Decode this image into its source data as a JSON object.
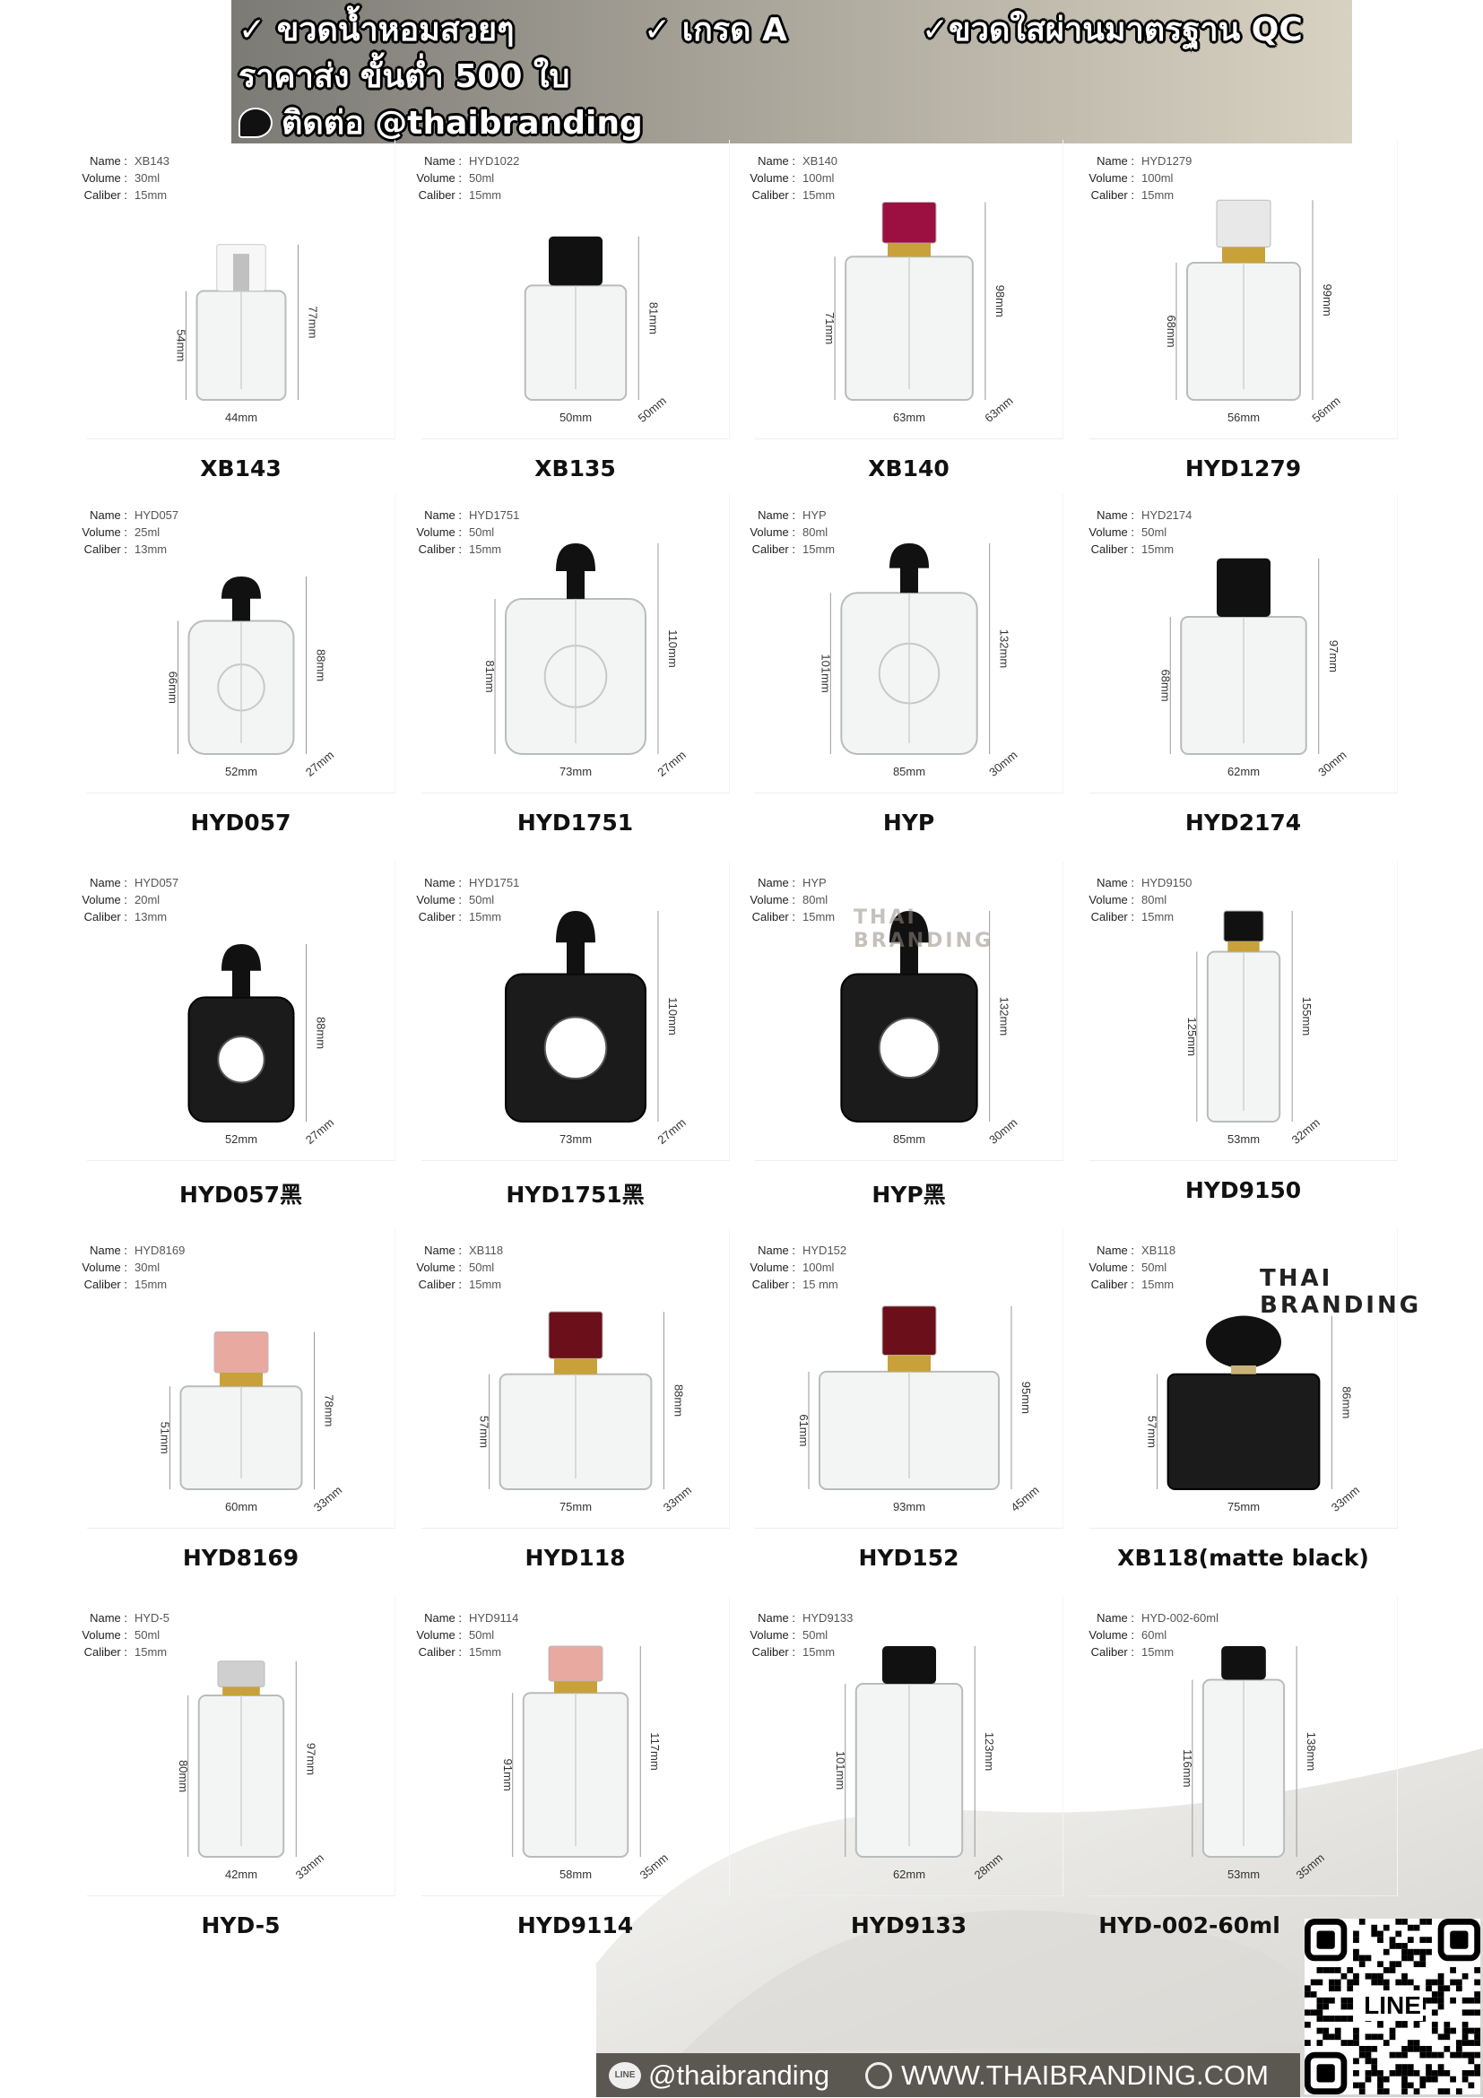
{
  "header": {
    "line1_a": "✓  ขวดน้ำหอมสวยๆ",
    "line1_b": "✓ เกรด A",
    "line1_c": "✓ขวดใสผ่านมาตรฐาน QC",
    "line2": "ราคาส่ง ขั้นต่ำ 500 ใบ",
    "line3": "ติดต่อ  @thaibranding",
    "line3_icon": "speech-bubble-icon"
  },
  "field_labels": {
    "name": "Name :",
    "volume": "Volume :",
    "caliber": "Caliber :"
  },
  "products": [
    {
      "label": "XB143",
      "name": "XB143",
      "volume": "30ml",
      "caliber": "15mm",
      "h1": "54mm",
      "h2": "77mm",
      "w": "44mm",
      "d": "",
      "glass": "clear",
      "cap": "sprayer",
      "capColor": "#c0c0c0"
    },
    {
      "label": "XB135",
      "name": "HYD1022",
      "volume": "50ml",
      "caliber": "15mm",
      "h1": "",
      "h2": "81mm",
      "w": "50mm",
      "d": "50mm",
      "glass": "clear",
      "cap": "block",
      "capColor": "#111111"
    },
    {
      "label": "XB140",
      "name": "XB140",
      "volume": "100ml",
      "caliber": "15mm",
      "h1": "71mm",
      "h2": "98mm",
      "w": "63mm",
      "d": "63mm",
      "glass": "clear",
      "cap": "collar",
      "capColor": "#9b1040"
    },
    {
      "label": "HYD1279",
      "name": "HYD1279",
      "volume": "100ml",
      "caliber": "15mm",
      "h1": "68mm",
      "h2": "99mm",
      "w": "56mm",
      "d": "56mm",
      "glass": "clear",
      "cap": "collar",
      "capColor": "#e8e8e8"
    },
    {
      "label": "HYD057",
      "name": "HYD057",
      "volume": "25ml",
      "caliber": "13mm",
      "h1": "66mm",
      "h2": "88mm",
      "w": "52mm",
      "d": "27mm",
      "glass": "clear",
      "cap": "mushroom",
      "capColor": "#111111"
    },
    {
      "label": "HYD1751",
      "name": "HYD1751",
      "volume": "50ml",
      "caliber": "15mm",
      "h1": "81mm",
      "h2": "110mm",
      "w": "73mm",
      "d": "27mm",
      "glass": "clear",
      "cap": "mushroom",
      "capColor": "#111111"
    },
    {
      "label": "HYP",
      "name": "HYP",
      "volume": "80ml",
      "caliber": "15mm",
      "h1": "101mm",
      "h2": "132mm",
      "w": "85mm",
      "d": "30mm",
      "glass": "clear",
      "cap": "mushroom",
      "capColor": "#111111"
    },
    {
      "label": "HYD2174",
      "name": "HYD2174",
      "volume": "50ml",
      "caliber": "15mm",
      "h1": "68mm",
      "h2": "97mm",
      "w": "62mm",
      "d": "30mm",
      "glass": "clear",
      "cap": "block",
      "capColor": "#111111"
    },
    {
      "label": "HYD057黑",
      "name": "HYD057",
      "volume": "20ml",
      "caliber": "13mm",
      "h1": "",
      "h2": "88mm",
      "w": "52mm",
      "d": "27mm",
      "glass": "black",
      "cap": "mushroom",
      "capColor": "#111111"
    },
    {
      "label": "HYD1751黑",
      "name": "HYD1751",
      "volume": "50ml",
      "caliber": "15mm",
      "h1": "",
      "h2": "110mm",
      "w": "73mm",
      "d": "27mm",
      "glass": "black",
      "cap": "mushroom",
      "capColor": "#111111"
    },
    {
      "label": "HYP黑",
      "name": "HYP",
      "volume": "80ml",
      "caliber": "15mm",
      "h1": "",
      "h2": "132mm",
      "w": "85mm",
      "d": "30mm",
      "glass": "black",
      "cap": "mushroom",
      "capColor": "#111111",
      "watermark": "THAI BRANDING"
    },
    {
      "label": "HYD9150",
      "name": "HYD9150",
      "volume": "80ml",
      "caliber": "15mm",
      "h1": "125mm",
      "h2": "155mm",
      "w": "53mm",
      "d": "32mm",
      "glass": "clear",
      "cap": "collar",
      "capColor": "#111111"
    },
    {
      "label": "HYD8169",
      "name": "HYD8169",
      "volume": "30ml",
      "caliber": "15mm",
      "h1": "51mm",
      "h2": "78mm",
      "w": "60mm",
      "d": "33mm",
      "glass": "clear",
      "cap": "collar",
      "capColor": "#e8a9a0"
    },
    {
      "label": "HYD118",
      "name": "XB118",
      "volume": "50ml",
      "caliber": "15mm",
      "h1": "57mm",
      "h2": "88mm",
      "w": "75mm",
      "d": "33mm",
      "glass": "clear",
      "cap": "collar",
      "capColor": "#6b0f1a"
    },
    {
      "label": "HYD152",
      "name": "HYD152",
      "volume": "100ml",
      "caliber": "15 mm",
      "h1": "61mm",
      "h2": "95mm",
      "w": "93mm",
      "d": "45mm",
      "glass": "clear",
      "cap": "collar",
      "capColor": "#6b0f1a"
    },
    {
      "label": "XB118(matte black)",
      "name": "XB118",
      "volume": "50ml",
      "caliber": "15mm",
      "h1": "57mm",
      "h2": "86mm",
      "w": "75mm",
      "d": "33mm",
      "glass": "black",
      "cap": "round",
      "capColor": "#111111",
      "watermark": "THAI BRANDING"
    },
    {
      "label": "HYD-5",
      "name": "HYD-5",
      "volume": "50ml",
      "caliber": "15mm",
      "h1": "80mm",
      "h2": "97mm",
      "w": "42mm",
      "d": "33mm",
      "glass": "clear",
      "cap": "collar",
      "capColor": "#cfcfcf"
    },
    {
      "label": "HYD9114",
      "name": "HYD9114",
      "volume": "50ml",
      "caliber": "15mm",
      "h1": "91mm",
      "h2": "117mm",
      "w": "58mm",
      "d": "35mm",
      "glass": "clear",
      "cap": "collar",
      "capColor": "#e8a9a0"
    },
    {
      "label": "HYD9133",
      "name": "HYD9133",
      "volume": "50ml",
      "caliber": "15mm",
      "h1": "101mm",
      "h2": "123mm",
      "w": "62mm",
      "d": "28mm",
      "glass": "clear",
      "cap": "block",
      "capColor": "#111111"
    },
    {
      "label": "HYD-002-60ml",
      "name": "HYD-002-60ml",
      "volume": "60ml",
      "caliber": "15mm",
      "h1": "116mm",
      "h2": "138mm",
      "w": "53mm",
      "d": "35mm",
      "glass": "clear",
      "cap": "block",
      "capColor": "#111111"
    }
  ],
  "footer": {
    "line_handle": "@thaibranding",
    "line_icon": "line-app-icon",
    "website": "WWW.THAIBRANDING.COM",
    "web_icon": "globe-icon",
    "qr_label": "LINE",
    "bar_color": "#5b5751"
  }
}
